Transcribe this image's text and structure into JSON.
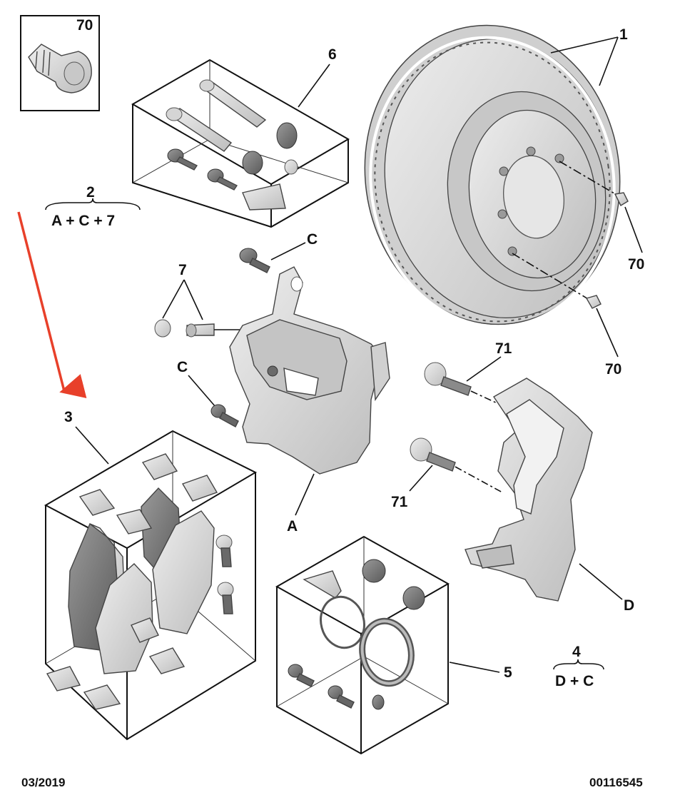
{
  "callouts": {
    "disc": "1",
    "kit_acp7": "2",
    "pads": "3",
    "kit_dc": "4",
    "seal_kit": "5",
    "guide_kit": "6",
    "bleed_screw": "7",
    "screw_top": "70",
    "screw_right_upper": "70",
    "screw_right_lower": "70",
    "bolt_upper": "71",
    "bolt_lower": "71",
    "caliper": "A",
    "bracket": "D",
    "bolt_c_top": "C",
    "bolt_c_left": "C"
  },
  "formulas": {
    "kit_acp7": "A + C + 7",
    "kit_dc": "D + C"
  },
  "footer": {
    "date": "03/2019",
    "reference": "00116545"
  },
  "colors": {
    "part_fill": "#d9d9d9",
    "part_dark": "#8c8c8c",
    "line": "#111111",
    "arrow": "#e8402a"
  }
}
